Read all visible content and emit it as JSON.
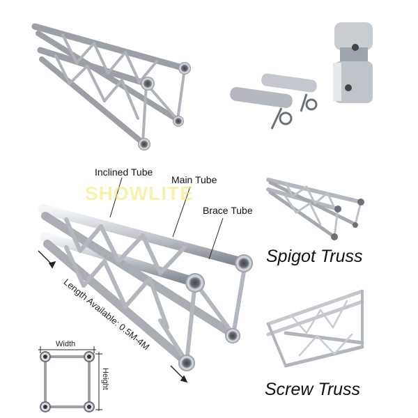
{
  "labels": {
    "inclined_tube": "Inclined Tube",
    "main_tube": "Main Tube",
    "brace_tube": "Brace Tube",
    "length": "Length Available: 0.5M-4M",
    "width": "Width",
    "height": "Height",
    "spigot_truss": "Spigot Truss",
    "screw_truss": "Screw Truss"
  },
  "watermark": "SHOWLITE",
  "colors": {
    "metal_light": "#e9ecef",
    "metal_mid": "#b9bec4",
    "metal_dark": "#7d838a",
    "text": "#111111",
    "watermark": "#f3e766"
  }
}
